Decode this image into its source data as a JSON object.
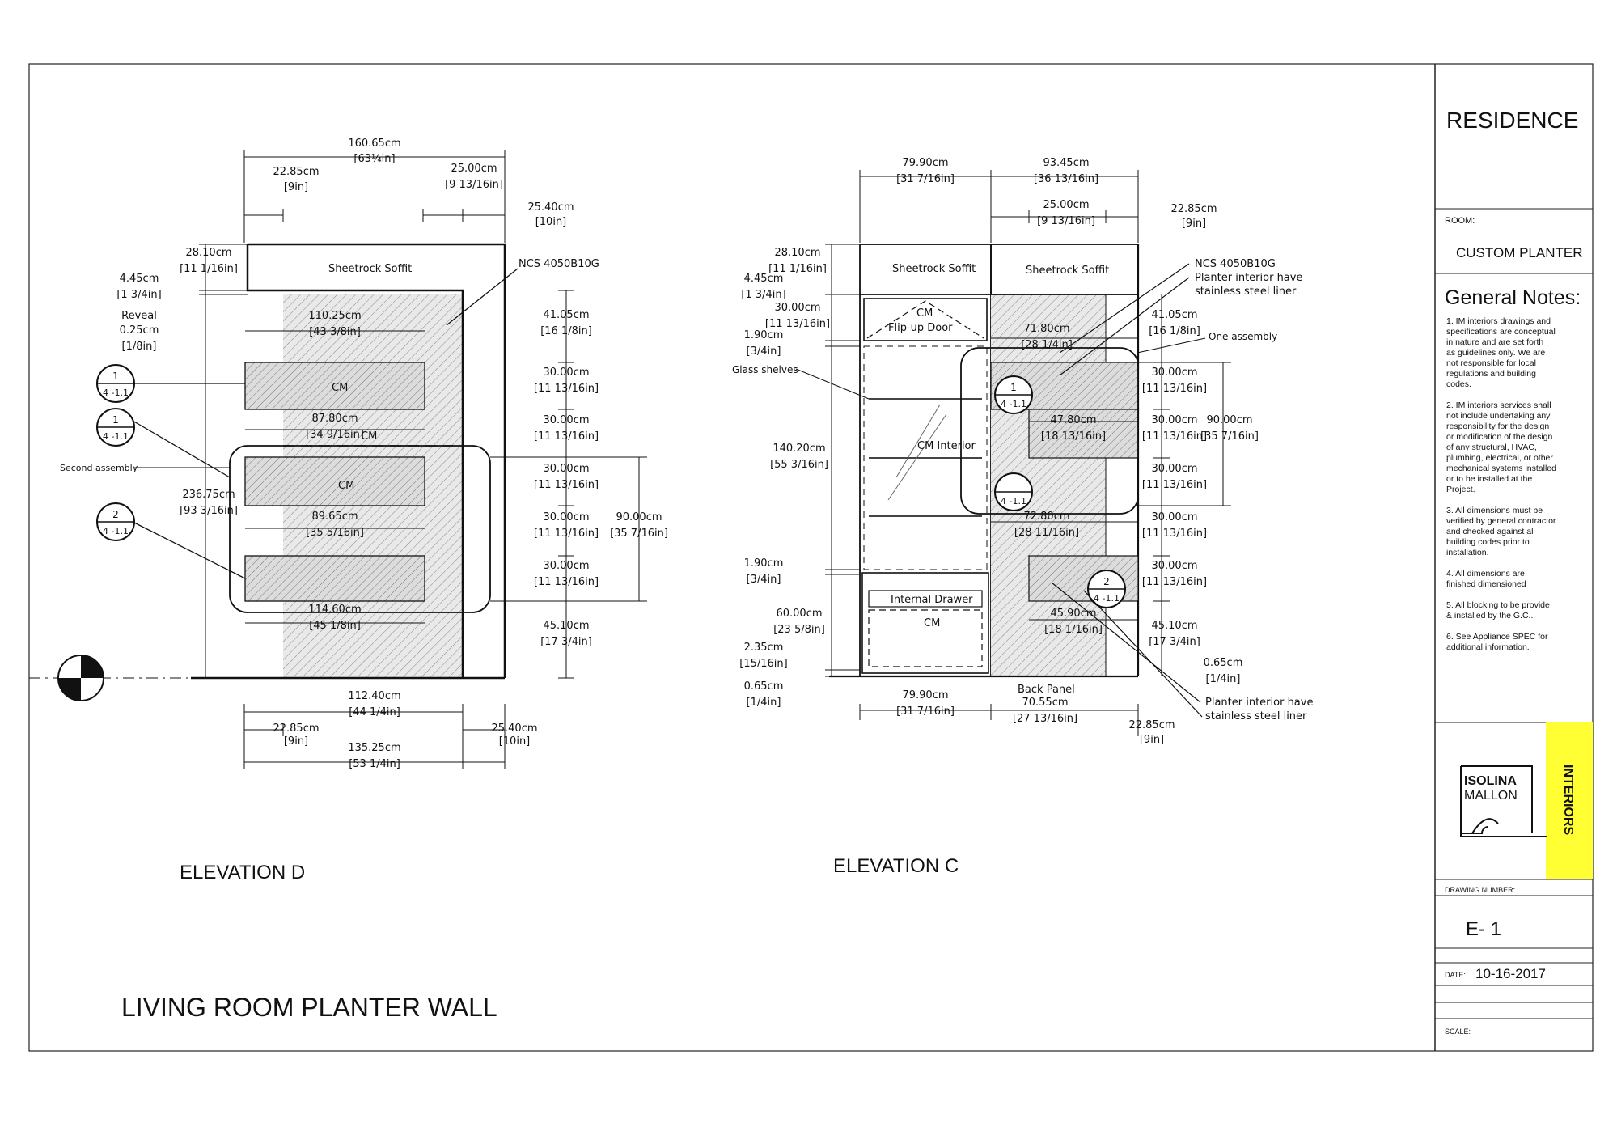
{
  "drawing_title": "LIVING ROOM PLANTER WALL",
  "title_block": {
    "project": "RESIDENCE",
    "room_label": "ROOM:",
    "room": "CUSTOM PLANTER",
    "notes_heading": "General Notes:",
    "notes": [
      [
        "1. IM interiors drawings and",
        "specifications are conceptual",
        "in nature and are set forth",
        "as guidelines only.  We are",
        "not responsible for local",
        "regulations and building",
        "codes."
      ],
      [
        "2. IM interiors services shall",
        "not include undertaking any",
        "responsibility for the design",
        "or modification of the design",
        "of any structural, HVAC,",
        "plumbing, electrical, or other",
        "mechanical systems installed",
        "or to be installed at the",
        "Project."
      ],
      [
        "3. All dimensions must be",
        "verified by general contractor",
        "and checked against all",
        "building codes prior to",
        "installation."
      ],
      [
        "4. All dimensions are",
        "finished dimensioned"
      ],
      [
        "5. All blocking to be provide",
        "& installed by the G.C.."
      ],
      [
        "6. See Appliance SPEC for",
        "additional information."
      ]
    ],
    "logo_line1": "ISOLINA",
    "logo_line2": "MALLON",
    "logo_side": "INTERIORS",
    "logo_color": "#ffff33",
    "drawing_number_label": "DRAWING NUMBER:",
    "drawing_number": "E-  1",
    "date_label": "DATE:",
    "date": "10-16-2017",
    "scale_label": "SCALE:"
  },
  "elevation_d": {
    "title": "ELEVATION D",
    "soffit": "Sheetrock Soffit",
    "finish": "NCS 4050B10G",
    "cm": "CM",
    "speaker_label": "Second assembly",
    "callouts": [
      {
        "top": "1",
        "bottom": "4 -1.1"
      },
      {
        "top": "1",
        "bottom": "4 -1.1"
      },
      {
        "top": "2",
        "bottom": "4 -1.1"
      }
    ],
    "dims": {
      "overall_cm": "160.65cm",
      "overall_in": "[63¼in]",
      "left_top_cm": "22.85cm",
      "left_top_in": "[9in]",
      "right_top_cm": "25.00cm",
      "right_top_in": "[9 13/16in]",
      "right_top2_cm": "25.40cm",
      "right_top2_in": "[10in]",
      "soffit_h_cm": "28.10cm",
      "soffit_h_in": "[11 1/16in]",
      "reveal1_cm": "4.45cm",
      "reveal1_in": "[1 3/4in]",
      "reveal_label": "Reveal",
      "reveal2_cm": "0.25cm",
      "reveal2_in": "[1/8in]",
      "height_cm": "236.75cm",
      "height_in": "[93 3/16in]",
      "box1_cm": "110.25cm",
      "box1_in": "[43 3/8in]",
      "box2_cm": "87.80cm",
      "box2_in": "[34 9/16in]",
      "box3_cm": "89.65cm",
      "box3_in": "[35 5/16in]",
      "box4_cm": "114.60cm",
      "box4_in": "[45 1/8in]",
      "r1_cm": "41.05cm",
      "r1_in": "[16 1/8in]",
      "r2_cm": "30.00cm",
      "r2_in": "[11 13/16in]",
      "r7_cm": "45.10cm",
      "r7_in": "[17 3/4in]",
      "group_cm": "90.00cm",
      "group_in": "[35 7/16in]",
      "bot1_cm": "112.40cm",
      "bot1_in": "[44 1/4in]",
      "bot2_cm": "22.85cm",
      "bot2_in": "[9in]",
      "bot3_cm": "135.25cm",
      "bot3_in": "[53 1/4in]",
      "bot4_cm": "25.40cm",
      "bot4_in": "[10in]"
    }
  },
  "elevation_c": {
    "title": "ELEVATION C",
    "soffit_left": "Sheetrock Soffit",
    "soffit_right": "Sheetrock Soffit",
    "finish": "NCS 4050B10G",
    "liner_top1": "Planter interior have",
    "liner_top2": "stainless steel liner",
    "liner_bot1": "Planter interior have",
    "liner_bot2": "stainless steel liner",
    "flipup1": "CM",
    "flipup2": "Flip-up Door",
    "glass": "Glass shelves",
    "cm_interior": "CM Interior",
    "drawer": "Internal Drawer",
    "cm": "CM",
    "back_panel": "Back Panel",
    "one_assembly": "One assembly",
    "callouts": [
      {
        "top": "1",
        "bottom": "4 -1.1"
      },
      {
        "top": "",
        "bottom": "4 -1.1"
      },
      {
        "top": "2",
        "bottom": "4 -1.1"
      }
    ],
    "dims": {
      "top_l_cm": "79.90cm",
      "top_l_in": "[31 7/16in]",
      "top_r_cm": "93.45cm",
      "top_r_in": "[36 13/16in]",
      "top_r2_cm": "25.00cm",
      "top_r2_in": "[9 13/16in]",
      "top_r3_cm": "22.85cm",
      "top_r3_in": "[9in]",
      "soffit_h_cm": "28.10cm",
      "soffit_h_in": "[11 1/16in]",
      "reveal_cm": "4.45cm",
      "reveal_in": "[1 3/4in]",
      "flip_cm": "30.00cm",
      "flip_in": "[11 13/16in]",
      "gap_cm": "1.90cm",
      "gap_in": "[3/4in]",
      "int_cm": "140.20cm",
      "int_in": "[55 3/16in]",
      "gap2_cm": "1.90cm",
      "gap2_in": "[3/4in]",
      "drawer_cm": "60.00cm",
      "drawer_in": "[23 5/8in]",
      "base_cm": "2.35cm",
      "base_in": "[15/16in]",
      "base2_cm": "0.65cm",
      "base2_in": "[1/4in]",
      "box1_cm": "71.80cm",
      "box1_in": "[28 1/4in]",
      "box2_cm": "47.80cm",
      "box2_in": "[18 13/16in]",
      "box3_cm": "72.80cm",
      "box3_in": "[28 11/16in]",
      "box4_cm": "45.90cm",
      "box4_in": "[18 1/16in]",
      "r1_cm": "41.05cm",
      "r1_in": "[16 1/8in]",
      "r2_cm": "30.00cm",
      "r2_in": "[11 13/16in]",
      "r7_cm": "45.10cm",
      "r7_in": "[17 3/4in]",
      "r8_cm": "0.65cm",
      "r8_in": "[1/4in]",
      "group_cm": "90.00cm",
      "group_in": "[35 7/16in]",
      "bot_l_cm": "79.90cm",
      "bot_l_in": "[31 7/16in]",
      "bot_m_cm": "70.55cm",
      "bot_m_in": "[27 13/16in]",
      "bot_r_cm": "22.85cm",
      "bot_r_in": "[9in]"
    }
  }
}
